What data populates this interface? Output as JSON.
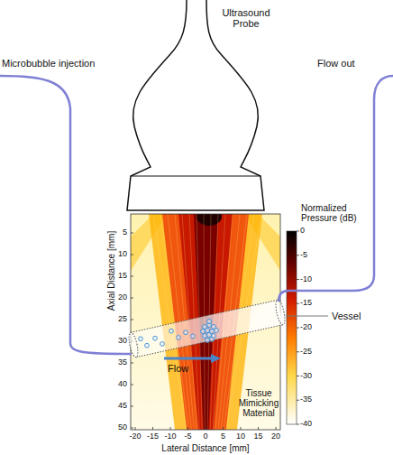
{
  "diagram": {
    "nodes": [
      {
        "text": [
          "Ultrasound Probe"
        ]
      }
    ],
    "labels": [
      "Microbubble injection",
      "Flow out",
      "Normalized Pressure (dB)",
      "0",
      "-5",
      "-10",
      "-15",
      "-20",
      "-25",
      "-30",
      "-35",
      "-40",
      "5",
      "10",
      "15",
      "20",
      "25",
      "30",
      "35",
      "40",
      "45",
      "50",
      "-20",
      "-15",
      "-10",
      "-5",
      "0",
      "5",
      "10",
      "15",
      "20",
      "Axial Distance [mm]",
      "Lateral Distance [mm]",
      "Vessel",
      "Flow",
      "Tissue Mimicking Material"
    ]
  }
}
